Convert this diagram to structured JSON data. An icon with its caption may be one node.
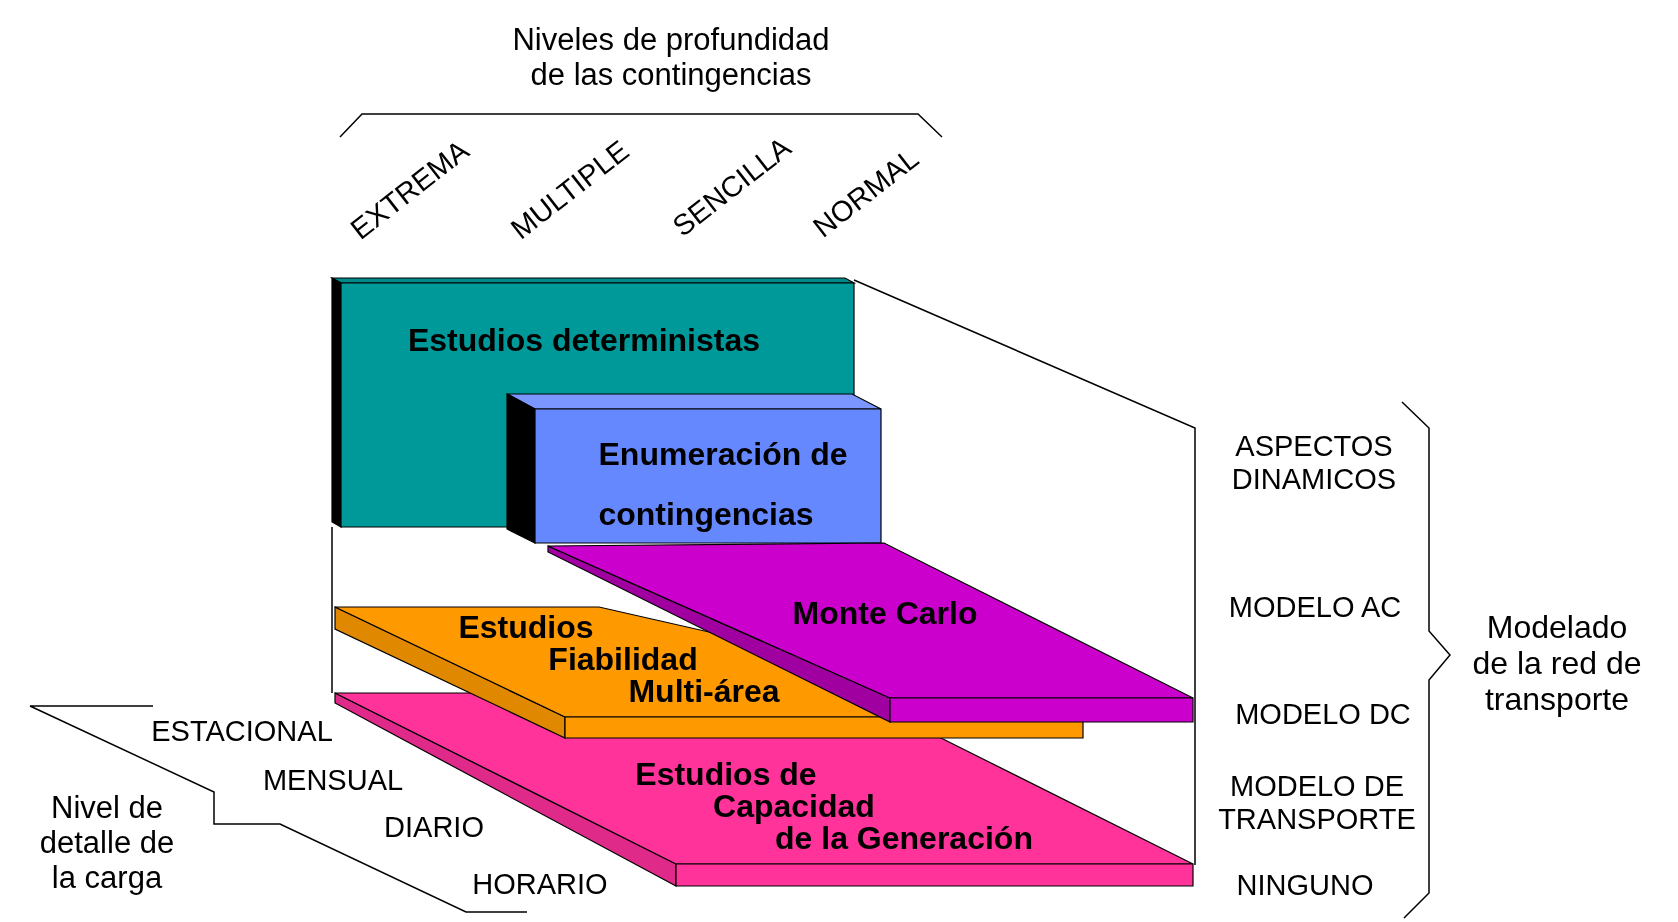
{
  "diagram": {
    "nodes": [
      {
        "text": [
          "Estudios deterministas"
        ]
      },
      {
        "text": [
          "Enumeración de contingencias"
        ]
      },
      {
        "text": [
          "Monte Carlo"
        ]
      },
      {
        "text": [
          "Estudios Fiabilidad Multi-área"
        ]
      },
      {
        "text": [
          "Estudios de Capacidad de la Generación"
        ]
      }
    ],
    "labels": [
      "Niveles de profundidad de las contingencias",
      "EXTREMA",
      "MULTIPLE",
      "SENCILLA",
      "NORMAL",
      "ASPECTOS DINAMICOS",
      "MODELO AC",
      "MODELO DC",
      "MODELO DE TRANSPORTE",
      "NINGUNO",
      "Modelado de la red de transporte",
      "ESTACIONAL",
      "MENSUAL",
      "DIARIO",
      "HORARIO",
      "Nivel de detalle de la carga"
    ]
  }
}
